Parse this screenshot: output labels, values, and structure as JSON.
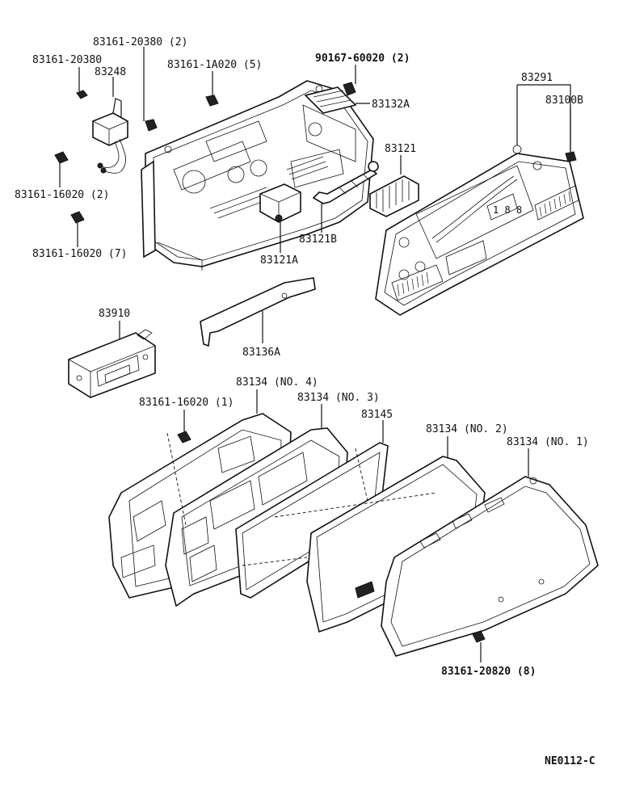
{
  "diagram": {
    "doc_code": "NE0112-C",
    "labels": {
      "p83161_20380_2": "83161-20380 (2)",
      "p83161_20380": "83161-20380",
      "p83248": "83248",
      "p83161_1a020_5": "83161-1A020 (5)",
      "p90167_60020_2": "90167-60020 (2)",
      "p83132a": "83132A",
      "p83291": "83291",
      "p83100b": "83100B",
      "p83121": "83121",
      "p83161_16020_2": "83161-16020 (2)",
      "p83121b": "83121B",
      "p83161_16020_7": "83161-16020 (7)",
      "p83121a": "83121A",
      "p83910": "83910",
      "p83136a": "83136A",
      "p83134_no4": "83134 (NO. 4)",
      "p83134_no3": "83134 (NO. 3)",
      "p83161_16020_1": "83161-16020 (1)",
      "p83145": "83145",
      "p83134_no2": "83134 (NO. 2)",
      "p83134_no1": "83134 (NO. 1)",
      "p83161_20820_8": "83161-20820 (8)"
    }
  }
}
